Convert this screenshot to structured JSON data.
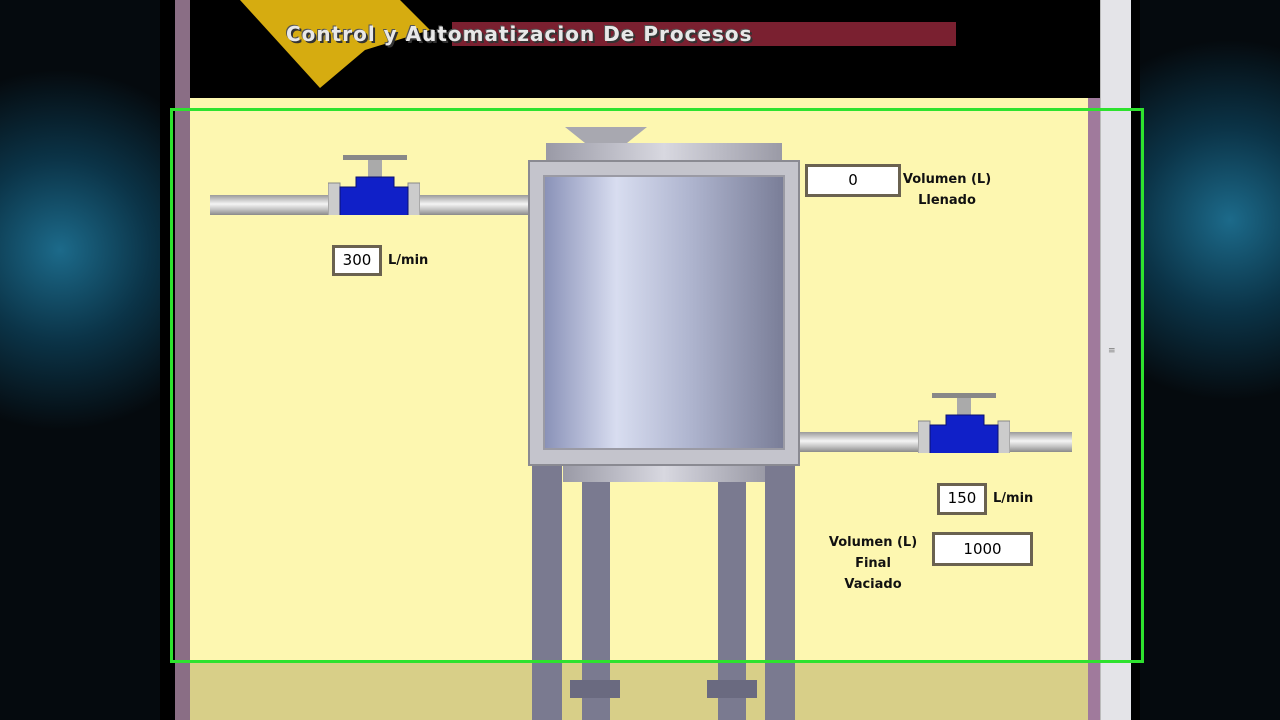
{
  "header": {
    "subtitle": "Control y Automatizacion De Procesos"
  },
  "inlet": {
    "flow_value": "300",
    "flow_unit": "L/min"
  },
  "outlet": {
    "flow_value": "150",
    "flow_unit": "L/min"
  },
  "fill_volume": {
    "value": "0",
    "label_line1": "Volumen (L)",
    "label_line2": "Llenado"
  },
  "drain_volume": {
    "value": "1000",
    "label_line1": "Volumen (L)",
    "label_line2": "Final",
    "label_line3": "Vaciado"
  },
  "colors": {
    "panel": "#fdf7b0",
    "valve": "#1020c8",
    "highlight": "#2ee22e"
  },
  "tank_level": 0
}
